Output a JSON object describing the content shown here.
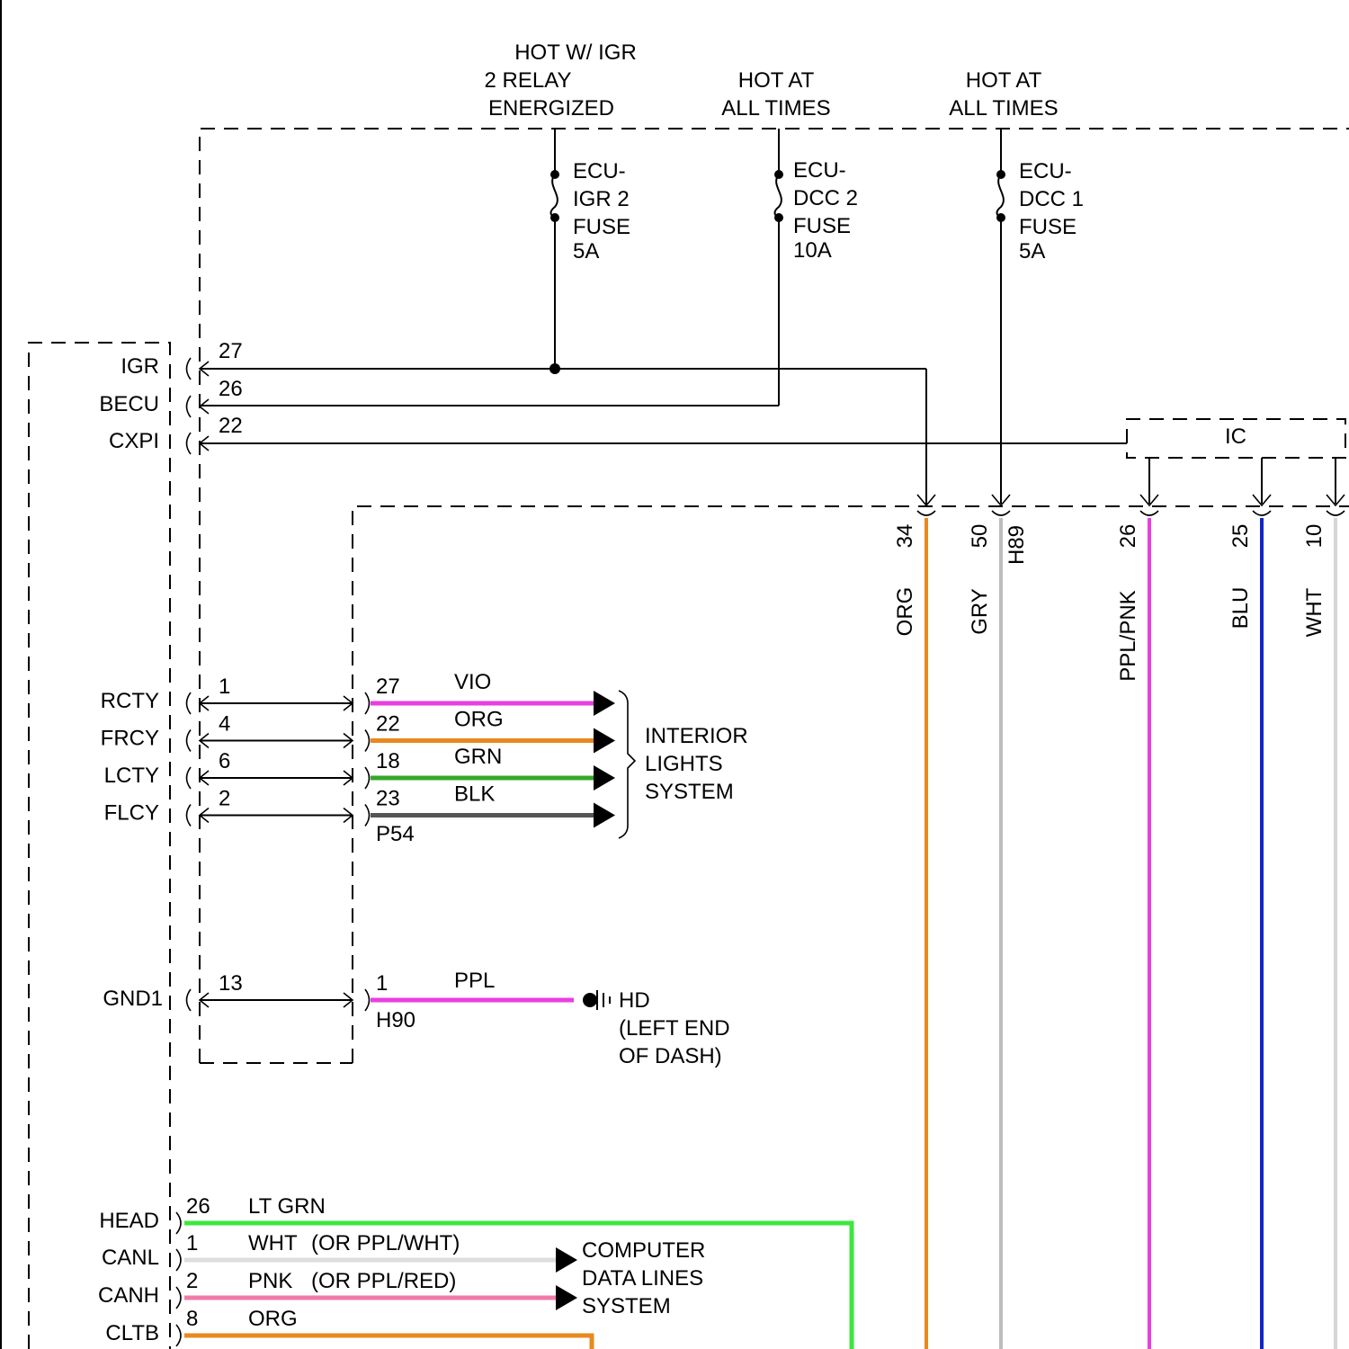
{
  "sources": {
    "igr2": [
      "HOT W/ IGR",
      "2 RELAY",
      "ENERGIZED"
    ],
    "dcc2": [
      "HOT AT",
      "ALL TIMES"
    ],
    "dcc1": [
      "HOT AT",
      "ALL TIMES"
    ]
  },
  "fuses": {
    "igr2": [
      "ECU-",
      "IGR 2",
      "FUSE",
      "5A"
    ],
    "dcc2": [
      "ECU-",
      "DCC 2",
      "FUSE",
      "10A"
    ],
    "dcc1": [
      "ECU-",
      "DCC 1",
      "FUSE",
      "5A"
    ]
  },
  "top_pins": [
    {
      "name": "IGR",
      "pin": "27"
    },
    {
      "name": "BECU",
      "pin": "26"
    },
    {
      "name": "CXPI",
      "pin": "22"
    }
  ],
  "ic_label": "IC",
  "right_wires": [
    {
      "pin": "34",
      "color_name": "ORG",
      "hex": "#e8891f"
    },
    {
      "pin": "50",
      "color_name": "GRY",
      "hex": "#bdbdbd"
    },
    {
      "pin": "26",
      "color_name": "PPL/PNK",
      "hex": "#e83fe0"
    },
    {
      "pin": "25",
      "color_name": "BLU",
      "hex": "#1226c8"
    },
    {
      "pin": "10",
      "color_name": "WHT",
      "hex": "#d6d6d6"
    }
  ],
  "h89": "H89",
  "interior": {
    "rows": [
      {
        "name": "RCTY",
        "pin": "1",
        "pin2": "27",
        "color_name": "VIO",
        "hex": "#e83fe0"
      },
      {
        "name": "FRCY",
        "pin": "4",
        "pin2": "22",
        "color_name": "ORG",
        "hex": "#e8891f"
      },
      {
        "name": "LCTY",
        "pin": "6",
        "pin2": "18",
        "color_name": "GRN",
        "hex": "#35a829"
      },
      {
        "name": "FLCY",
        "pin": "2",
        "pin2": "23",
        "color_name": "BLK",
        "hex": "#555555"
      }
    ],
    "connector": "P54",
    "system": [
      "INTERIOR",
      "LIGHTS",
      "SYSTEM"
    ]
  },
  "ground": {
    "name": "GND1",
    "pin": "13",
    "pin2": "1",
    "color_name": "PPL",
    "hex": "#e83fe0",
    "connector": "H90",
    "label": [
      "HD",
      "(LEFT END",
      "OF DASH)"
    ]
  },
  "data_lines": {
    "rows": [
      {
        "name": "HEAD",
        "pin": "26",
        "color_name": "LT GRN",
        "alt": "",
        "hex": "#3ee63e"
      },
      {
        "name": "CANL",
        "pin": "1",
        "color_name": "WHT",
        "alt": "(OR PPL/WHT)",
        "hex": "#dddddd"
      },
      {
        "name": "CANH",
        "pin": "2",
        "color_name": "PNK",
        "alt": "(OR PPL/RED)",
        "hex": "#f07aa8"
      },
      {
        "name": "CLTB",
        "pin": "8",
        "color_name": "ORG",
        "alt": "",
        "hex": "#e8891f"
      }
    ],
    "system": [
      "COMPUTER",
      "DATA LINES",
      "SYSTEM"
    ]
  }
}
